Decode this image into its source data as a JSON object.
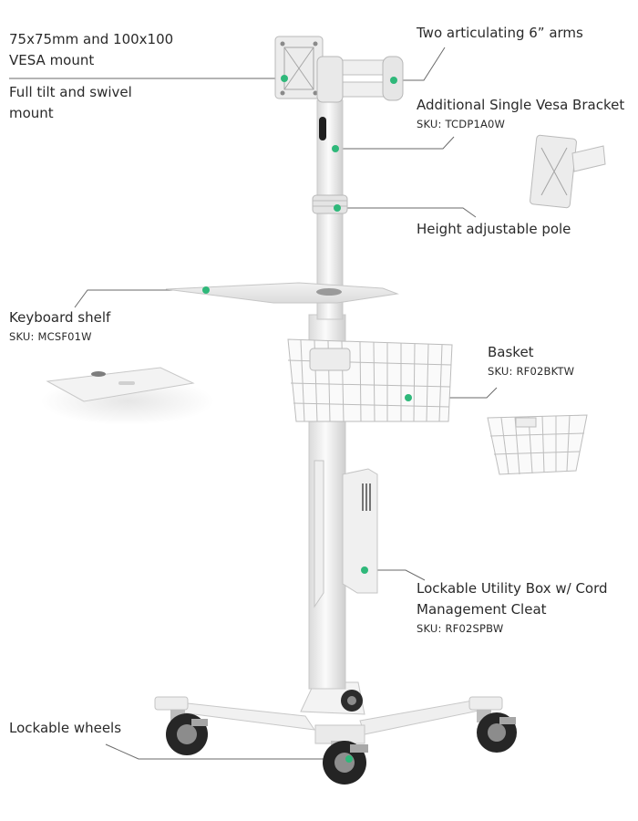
{
  "accent_color": "#2fb87a",
  "callouts": {
    "vesa": {
      "title_line1": "75x75mm and 100x100",
      "title_line2": "VESA mount"
    },
    "tilt": {
      "title_line1": "Full tilt and swivel",
      "title_line2": "mount"
    },
    "arms": {
      "title": "Two articulating 6” arms"
    },
    "bracket": {
      "title": "Additional Single Vesa Bracket",
      "sku": "SKU: TCDP1A0W"
    },
    "pole": {
      "title": "Height adjustable pole"
    },
    "shelf": {
      "title": "Keyboard shelf",
      "sku": "SKU: MCSF01W"
    },
    "basket": {
      "title": "Basket",
      "sku": "SKU: RF02BKTW"
    },
    "box": {
      "title_line1": "Lockable Utility Box w/ Cord",
      "title_line2": "Management Cleat",
      "sku": "SKU: RF02SPBW"
    },
    "wheels": {
      "title": "Lockable wheels"
    }
  }
}
